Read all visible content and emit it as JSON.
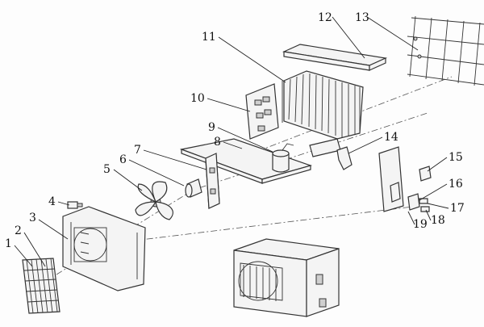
{
  "parts": [
    {
      "id": "1",
      "number": "1"
    },
    {
      "id": "2",
      "number": "2"
    },
    {
      "id": "3",
      "number": "3"
    },
    {
      "id": "4",
      "number": "4"
    },
    {
      "id": "5",
      "number": "5"
    },
    {
      "id": "6",
      "number": "6"
    },
    {
      "id": "7",
      "number": "7"
    },
    {
      "id": "8",
      "number": "8"
    },
    {
      "id": "9",
      "number": "9"
    },
    {
      "id": "10",
      "number": "10"
    },
    {
      "id": "11",
      "number": "11"
    },
    {
      "id": "12",
      "number": "12"
    },
    {
      "id": "13",
      "number": "13"
    },
    {
      "id": "14",
      "number": "14"
    },
    {
      "id": "15",
      "number": "15"
    },
    {
      "id": "16",
      "number": "16"
    },
    {
      "id": "17",
      "number": "17"
    },
    {
      "id": "18",
      "number": "18"
    },
    {
      "id": "19",
      "number": "19"
    }
  ]
}
